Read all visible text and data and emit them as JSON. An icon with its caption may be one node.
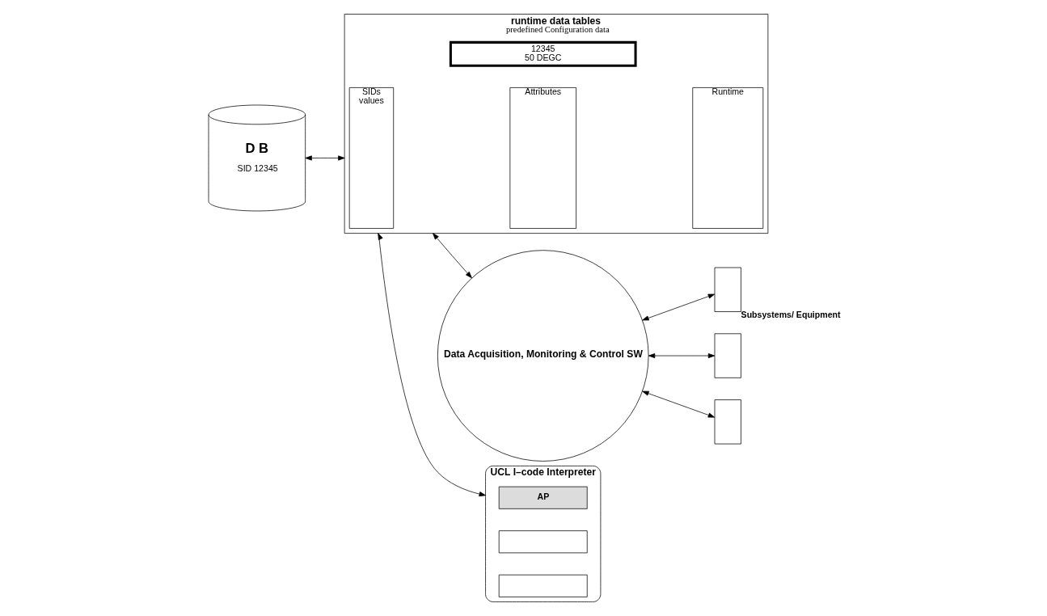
{
  "diagram": {
    "nodes": [
      {
        "text": [
          "D B",
          "SID 12345"
        ]
      },
      {
        "text": [
          "runtime data tables",
          "predefined Configuration data"
        ]
      },
      {
        "text": [
          "SIDs",
          "values"
        ],
        "in": 1
      },
      {
        "text": [
          "Attributes"
        ],
        "in": 1
      },
      {
        "text": [
          "Runtime"
        ],
        "in": 1
      },
      {
        "text": [
          "12345",
          "50 DEGC"
        ],
        "in": 1
      },
      {
        "text": [
          "Data Acquisition, Monitoring & Control SW"
        ]
      },
      {
        "text": [],
        "shape": "box",
        "beside": [
          "Subsystems/ Equipment"
        ]
      },
      {
        "text": [],
        "shape": "box"
      },
      {
        "text": [],
        "shape": "box"
      },
      {
        "text": [
          "UCL I–code Interpreter"
        ]
      },
      {
        "text": [
          "AP"
        ],
        "in": 10
      },
      {
        "text": [],
        "shape": "box",
        "in": 10
      },
      {
        "text": [],
        "shape": "box",
        "in": 10
      }
    ],
    "edges": [
      {
        "from": 0,
        "to": 1,
        "arrow": "both"
      },
      {
        "from": 1,
        "to": 6,
        "arrow": "both"
      },
      {
        "from": 6,
        "to": 7,
        "arrow": "both"
      },
      {
        "from": 6,
        "to": 8,
        "arrow": "both"
      },
      {
        "from": 6,
        "to": 9,
        "arrow": "both"
      },
      {
        "from": 1,
        "to": 10,
        "arrow": "both"
      }
    ]
  }
}
